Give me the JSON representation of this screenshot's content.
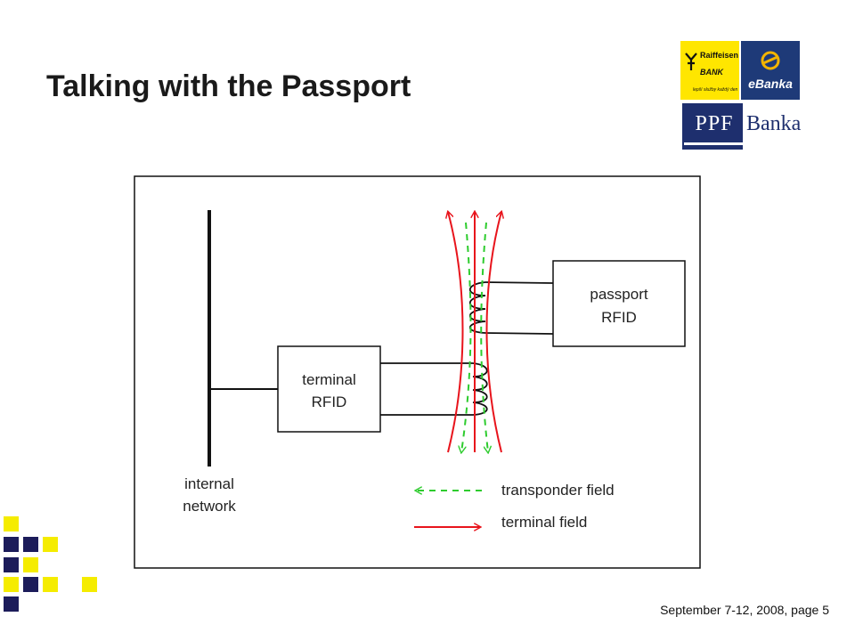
{
  "slide": {
    "title": "Talking with the Passport",
    "footer": "September 7-12, 2008, page 5"
  },
  "logos": {
    "raiffeisen": {
      "name_line1": "Raiffeisen",
      "name_line2": "BANK",
      "slogan": "lepší služby každý den"
    },
    "ebanka": {
      "name": "eBanka"
    },
    "ppf": {
      "mark": "PPF",
      "word": "Banka"
    }
  },
  "diagram": {
    "terminal_label": [
      "terminal",
      "RFID"
    ],
    "passport_label": [
      "passport",
      "RFID"
    ],
    "network_label": [
      "internal",
      "network"
    ],
    "legend": {
      "transponder": "transponder field",
      "terminal": "terminal field"
    }
  },
  "colors": {
    "terminal_field": "#e8141c",
    "transponder_field": "#2ecc2e",
    "navy": "#1c1c5a",
    "yellow": "#f5ec00"
  }
}
